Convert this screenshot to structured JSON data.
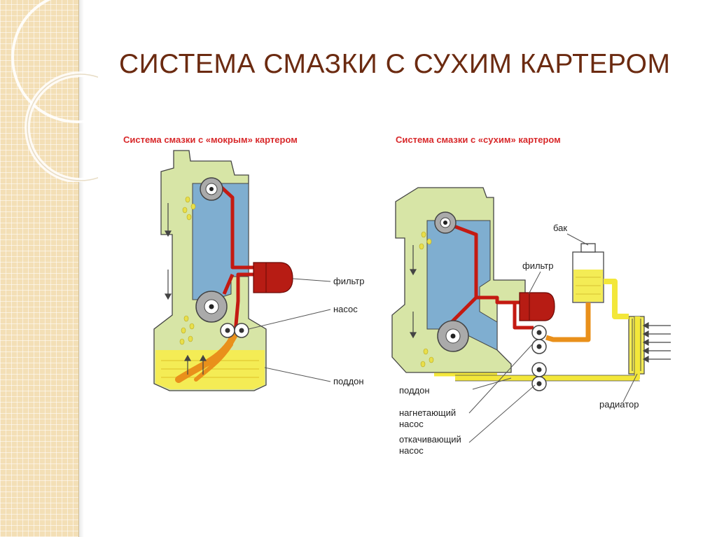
{
  "slide": {
    "title": "СИСТЕМА СМАЗКИ С СУХИМ КАРТЕРОМ"
  },
  "diagram": {
    "wet_sump": {
      "heading": "Система смазки с «мокрым» картером",
      "labels": {
        "filter": "фильтр",
        "pump": "насос",
        "sump": "поддон"
      }
    },
    "dry_sump": {
      "heading": "Система смазки с «сухим» картером",
      "labels": {
        "tank": "бак",
        "filter": "фильтр",
        "sump": "поддон",
        "pressure_pump_line1": "нагнетающий",
        "pressure_pump_line2": "насос",
        "scavenge_pump_line1": "откачивающий",
        "scavenge_pump_line2": "насос",
        "radiator": "радиатор"
      }
    },
    "colors": {
      "engine_body": "#d7e5a6",
      "oil_cavity": "#7faed0",
      "pressure_oil": "#c41a12",
      "filter": "#b71c14",
      "return_oil": "#f3e73a",
      "pump_flow": "#e9901b",
      "heading_red": "#d8282a"
    }
  }
}
